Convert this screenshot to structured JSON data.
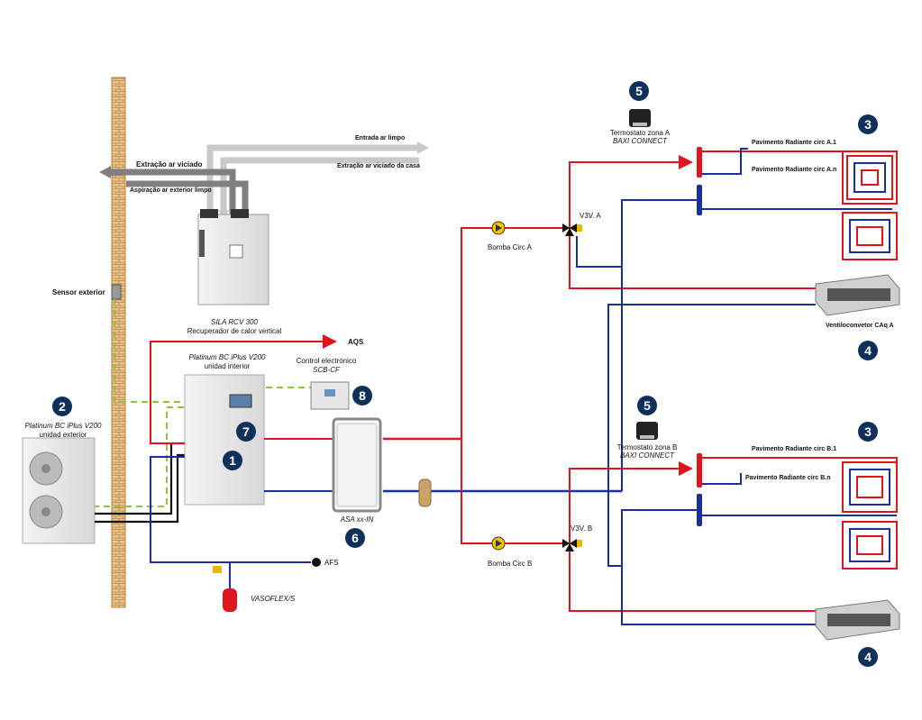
{
  "ventilation": {
    "fresh_air_in": "Entrada ar limpo",
    "stale_air_extract_house": "Extração ar viciado da casa",
    "stale_air_extract": "Extração ar viciado",
    "fresh_air_intake": "Aspiração ar exterior limpo",
    "unit_model": "SILA RCV 300",
    "unit_desc": "Recuperador de calor vertical"
  },
  "sensor_exterior": "Sensor exterior",
  "outdoor_unit": {
    "badge": "2",
    "model": "Platinum BC iPlus V200",
    "desc": "unidad exterior"
  },
  "indoor_unit": {
    "model": "Platinum BC iPlus V200",
    "desc": "unidad interior",
    "badge": "1",
    "badge_control": "7"
  },
  "control": {
    "title": "Control electrónico",
    "model": "SCB-CF",
    "badge": "8"
  },
  "aqs": "AQS",
  "buffer": {
    "model": "ASA xx-IN",
    "badge": "6"
  },
  "expansion": {
    "model": "VASOFLEX/S"
  },
  "afs": "AFS",
  "zone_a": {
    "thermostat_badge": "5",
    "thermostat_title": "Termostato zona A",
    "thermostat_model": "BAXI CONNECT",
    "pump": "Bomba Circ A",
    "valve": "V3V. A",
    "floor_1": "Pavimento Radiante circ A.1",
    "floor_n": "Pavimento Radiante circ A.n",
    "floor_badge": "3",
    "fancoil": "Ventiloconvetor CAq A",
    "fancoil_badge": "4"
  },
  "zone_b": {
    "thermostat_badge": "5",
    "thermostat_title": "Termostato zona B",
    "thermostat_model": "BAXI CONNECT",
    "pump": "Bomba Circ B",
    "valve": "V3V. B",
    "floor_1": "Pavimento Radiante circ B.1",
    "floor_n": "Pavimento Radiante circ B.n",
    "floor_badge": "3",
    "fancoil_badge": "4"
  },
  "colors": {
    "supply": "#e0141c",
    "return": "#1a2f9c",
    "signal": "#8cc63f",
    "wall": "#c8954e",
    "badge": "#10305c"
  }
}
